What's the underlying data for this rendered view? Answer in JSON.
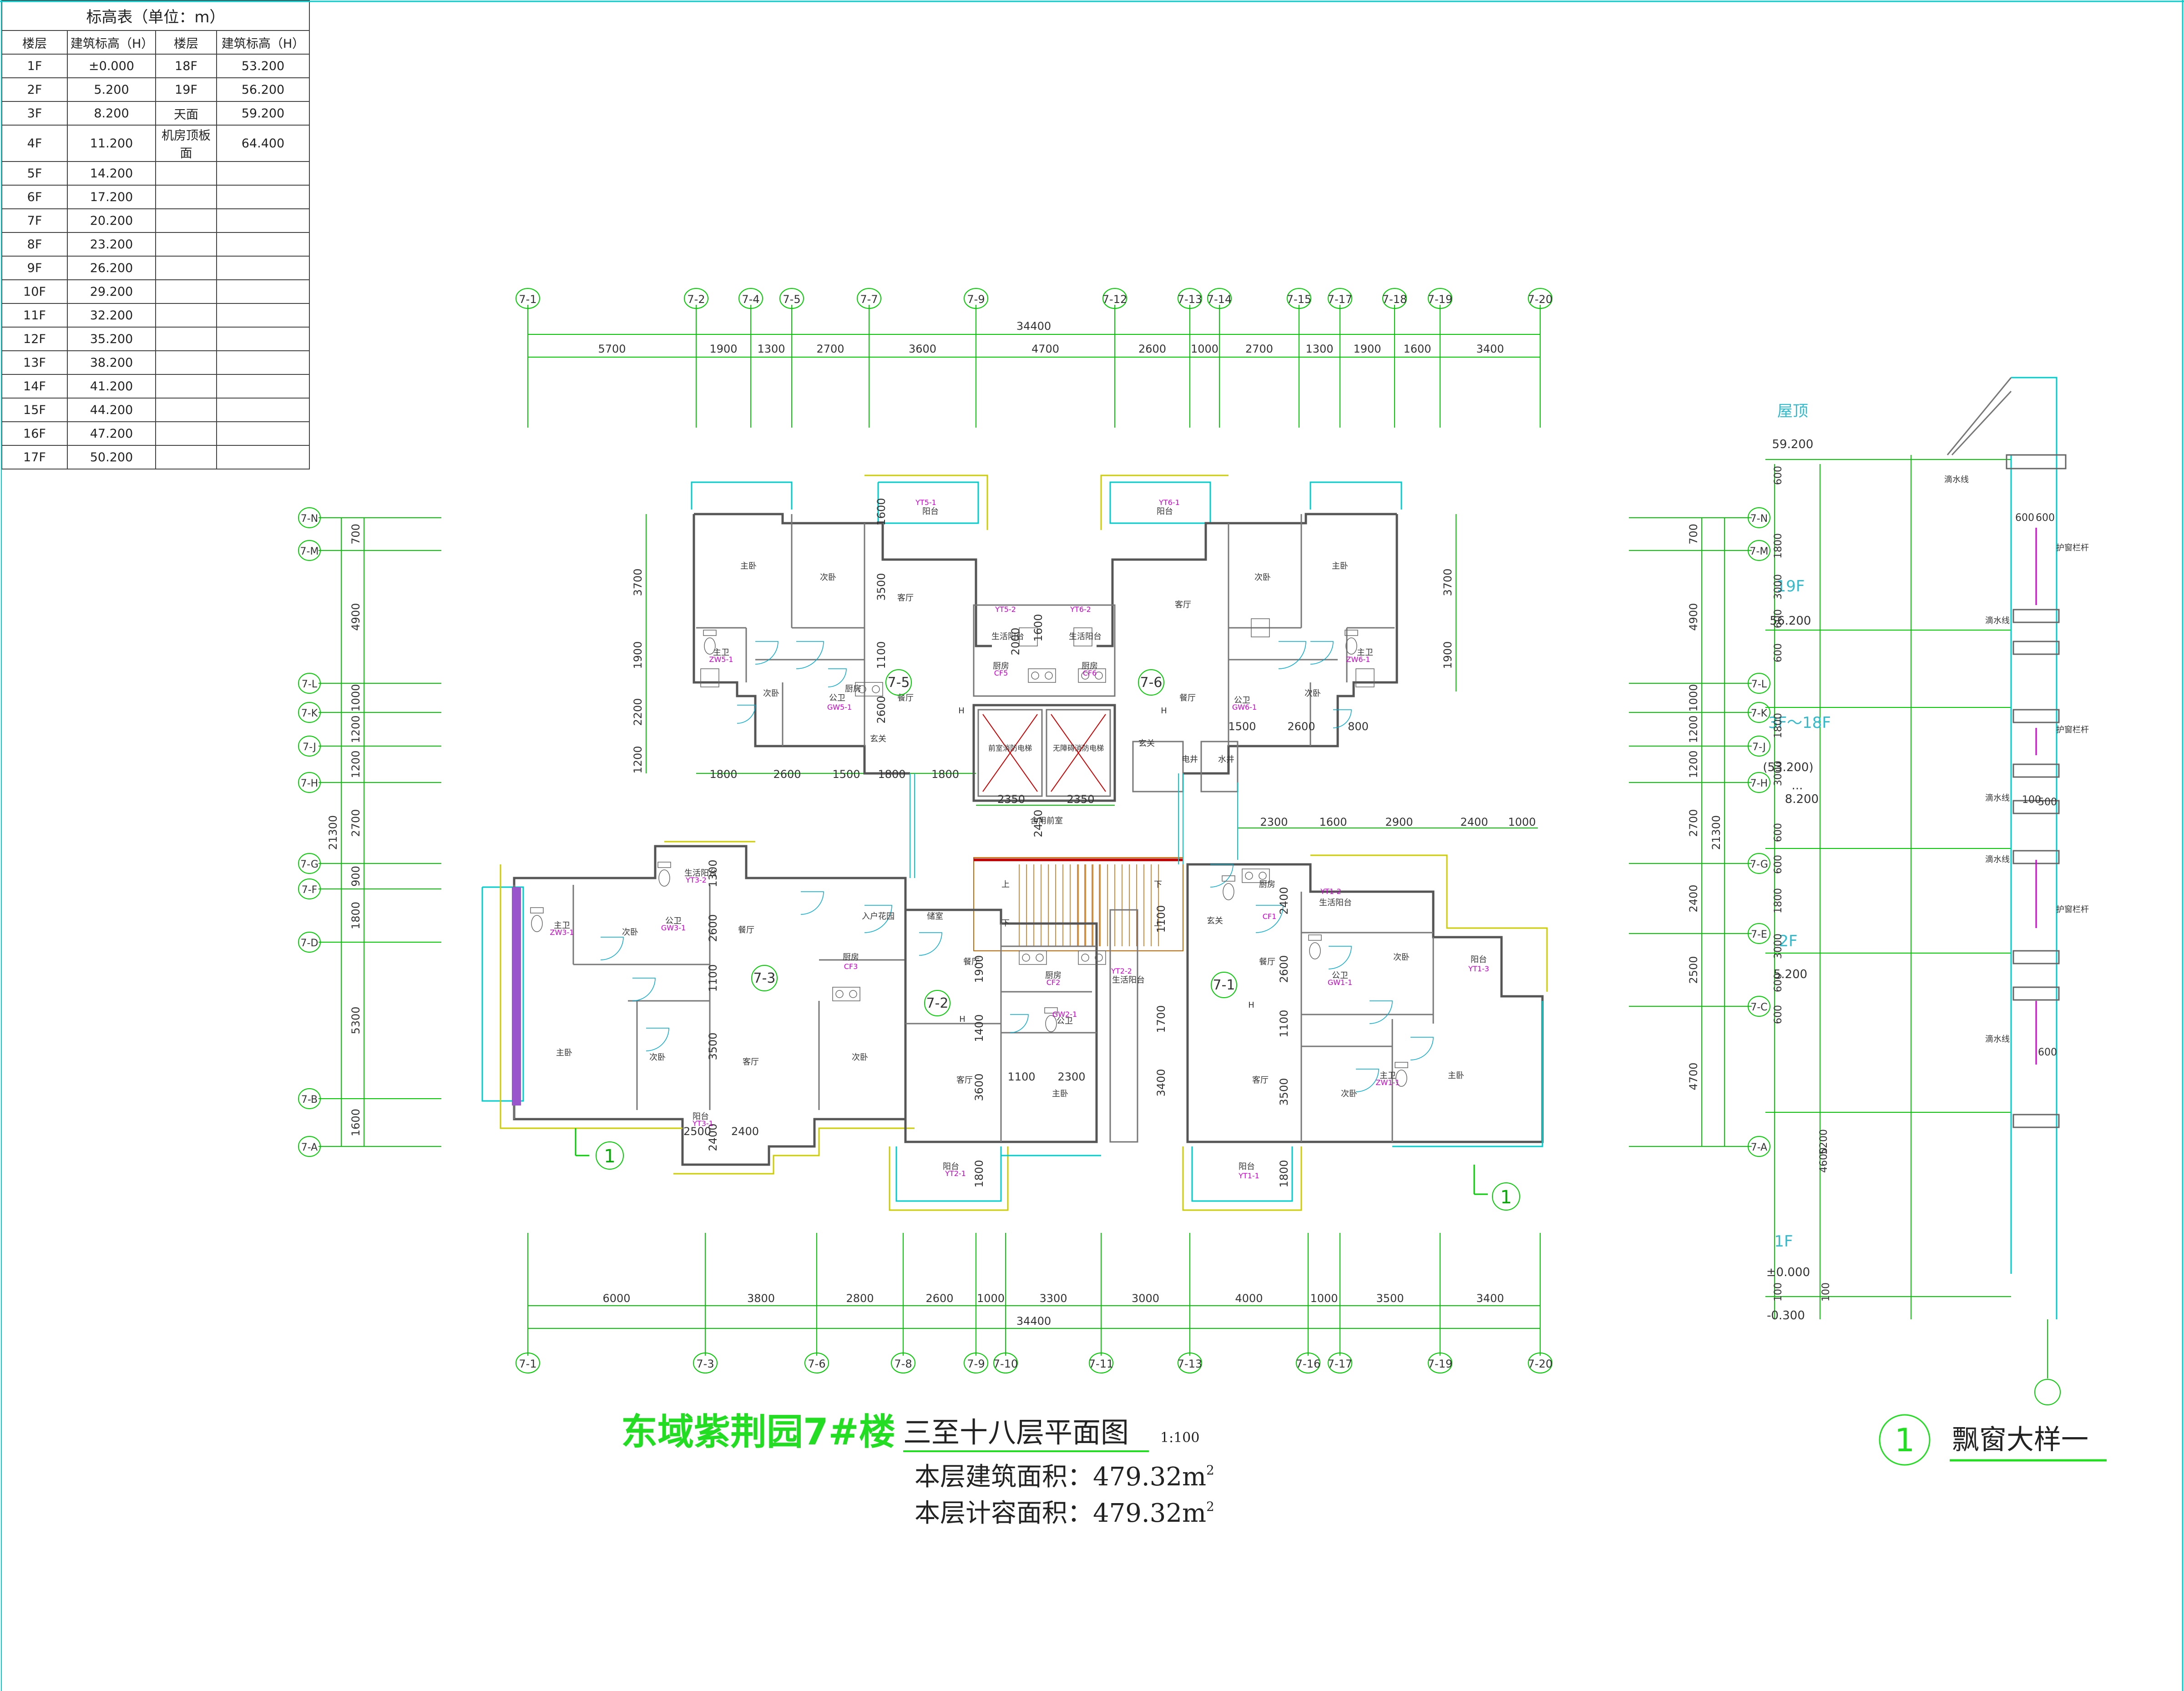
{
  "elevation_table": {
    "caption": "标高表（单位：m）",
    "headers": [
      "楼层",
      "建筑标高（H）",
      "楼层",
      "建筑标高（H）"
    ],
    "rows": [
      [
        "1F",
        "±0.000",
        "18F",
        "53.200"
      ],
      [
        "2F",
        "5.200",
        "19F",
        "56.200"
      ],
      [
        "3F",
        "8.200",
        "天面",
        "59.200"
      ],
      [
        "4F",
        "11.200",
        "机房顶板面",
        "64.400"
      ],
      [
        "5F",
        "14.200",
        "",
        ""
      ],
      [
        "6F",
        "17.200",
        "",
        ""
      ],
      [
        "7F",
        "20.200",
        "",
        ""
      ],
      [
        "8F",
        "23.200",
        "",
        ""
      ],
      [
        "9F",
        "26.200",
        "",
        ""
      ],
      [
        "10F",
        "29.200",
        "",
        ""
      ],
      [
        "11F",
        "32.200",
        "",
        ""
      ],
      [
        "12F",
        "35.200",
        "",
        ""
      ],
      [
        "13F",
        "38.200",
        "",
        ""
      ],
      [
        "14F",
        "41.200",
        "",
        ""
      ],
      [
        "15F",
        "44.200",
        "",
        ""
      ],
      [
        "16F",
        "47.200",
        "",
        ""
      ],
      [
        "17F",
        "50.200",
        "",
        ""
      ]
    ]
  },
  "axes": {
    "top": [
      "7-1",
      "7-2",
      "7-4",
      "7-5",
      "7-7",
      "7-9",
      "7-12",
      "7-13",
      "7-14",
      "7-15",
      "7-17",
      "7-18",
      "7-19",
      "7-20"
    ],
    "bottom": [
      "7-1",
      "7-3",
      "7-6",
      "7-8",
      "7-9",
      "7-10",
      "7-11",
      "7-13",
      "7-16",
      "7-17",
      "7-19",
      "7-20"
    ],
    "left": [
      "7-N",
      "7-M",
      "7-L",
      "7-K",
      "7-J",
      "7-H",
      "7-G",
      "7-F",
      "7-D",
      "7-B",
      "7-A"
    ],
    "right": [
      "7-N",
      "7-M",
      "7-L",
      "7-K",
      "7-J",
      "7-H",
      "7-G",
      "7-E",
      "7-C",
      "7-A"
    ]
  },
  "dimensions": {
    "top_total": "34400",
    "top_segments": [
      "5700",
      "1900",
      "1300",
      "2700",
      "3600",
      "4700",
      "2600",
      "1000",
      "2700",
      "1300",
      "1900",
      "1600",
      "3400"
    ],
    "bottom_total": "34400",
    "bottom_segments": [
      "6000",
      "3800",
      "2800",
      "2600",
      "1000",
      "3300",
      "3000",
      "4000",
      "1000",
      "3500",
      "3400"
    ],
    "left_total": "21300",
    "left_segments": [
      "700",
      "4900",
      "1000",
      "1200",
      "1200",
      "2700",
      "900",
      "1800",
      "5300",
      "1600"
    ],
    "right_total": "21300",
    "right_segments": [
      "700",
      "4900",
      "1000",
      "1200",
      "1200",
      "2700",
      "2400",
      "2500",
      "4700"
    ],
    "inner_top_row": [
      "1800",
      "2600",
      "1500",
      "1800",
      "1800"
    ],
    "inner_mid_row": [
      "2350",
      "2350"
    ],
    "inner_right_row": [
      "2300",
      "1600",
      "2900",
      "2400",
      "1000"
    ],
    "inner_right_top": [
      "1500",
      "2600",
      "800"
    ],
    "inner_bottom_left": [
      "2500",
      "2400"
    ],
    "inner_center": [
      "1100",
      "2300"
    ],
    "vertical_left_upper": [
      "3700",
      "1900",
      "2200",
      "1200"
    ],
    "vertical_right_upper": [
      "3700",
      "1900"
    ],
    "vertical_misc": [
      "1600",
      "3500",
      "1100",
      "2600",
      "2450",
      "1300",
      "2600",
      "1100",
      "3500",
      "2400",
      "1900",
      "1400",
      "3600",
      "1800",
      "1100",
      "1700",
      "3400",
      "2400",
      "2600",
      "1100",
      "3500",
      "1800",
      "1600",
      "2000"
    ]
  },
  "unit_labels": [
    "7-5",
    "7-6",
    "7-3",
    "7-2",
    "7-1"
  ],
  "rooms": {
    "master_bedroom": "主卧",
    "second_bedroom": "次卧",
    "living": "客厅",
    "dining": "餐厅",
    "kitchen": "厨房",
    "bathroom": "公卫",
    "master_bath": "主卫",
    "balcony": "阳台",
    "service_balcony": "生活阳台",
    "entrance": "玄关",
    "entry_garden": "入户花园",
    "lift_hall": "合用前室",
    "electric": "电井",
    "water": "水井",
    "fire_lift": "前室消防电梯",
    "lift": "无障碍消防电梯",
    "storage": "储室",
    "up": "上",
    "down": "下",
    "h": "H"
  },
  "tags": {
    "yt5": "YT5-1",
    "yt6": "YT6-1",
    "yt5b": "YT5-2",
    "yt6b": "YT6-2",
    "cf5": "CF5",
    "cf6": "CF6",
    "gw5": "GW5-1",
    "gw6": "GW6-1",
    "zw5": "ZW5-1",
    "zw6": "ZW6-1",
    "yt3": "YT3-2",
    "yt3a": "YT3-1",
    "zw3": "ZW3-1",
    "gw3": "GW3-1",
    "cf3": "CF3",
    "cf2": "CF2",
    "yt2": "YT2-2",
    "yt2a": "YT2-1",
    "gw2": "GW2-1",
    "cf1": "CF1",
    "yt1": "YT1-2",
    "gw1": "GW1-1",
    "yt1a": "YT1-3",
    "yt1b": "YT1-1",
    "zw1": "ZW1-1"
  },
  "section": {
    "labels": {
      "roof": "屋顶",
      "roof_el": "59.200",
      "f19": "19F",
      "f19_el": "56.200",
      "f3_18": "3F～18F",
      "f3_18_el_a": "(53.200)",
      "f3_18_el_dots": "...",
      "f3_18_el_b": "8.200",
      "f2": "2F",
      "f2_el": "5.200",
      "f1": "1F",
      "f1_el": "±0.000",
      "ground_el": "-0.300",
      "drip": "滴水线",
      "rail": "护窗栏杆"
    },
    "dims": [
      "600",
      "1800",
      "3000",
      "600",
      "600",
      "1800",
      "3000",
      "600",
      "600",
      "1800",
      "3000",
      "600",
      "600",
      "5200",
      "4600",
      "100",
      "100",
      "600",
      "600",
      "500",
      "100",
      "600"
    ],
    "detail_title": "飘窗大样一",
    "detail_no": "1"
  },
  "title": {
    "project": "东域紫荆园7#楼",
    "drawing": "三至十八层平面图",
    "scale": "1:100",
    "area1_label": "本层建筑面积：",
    "area1_value": "479.32m",
    "area2_label": "本层计容面积：",
    "area2_value": "479.32m",
    "area_sup": "2"
  },
  "callouts": [
    "1",
    "1"
  ],
  "colors": {
    "axis": "#00cc00",
    "wall": "#666666",
    "cyan": "#00cccc",
    "yellow": "#cccc00",
    "magenta": "#cc00cc",
    "red": "#cc0000",
    "title_green": "#22dd22",
    "text": "#222222"
  }
}
